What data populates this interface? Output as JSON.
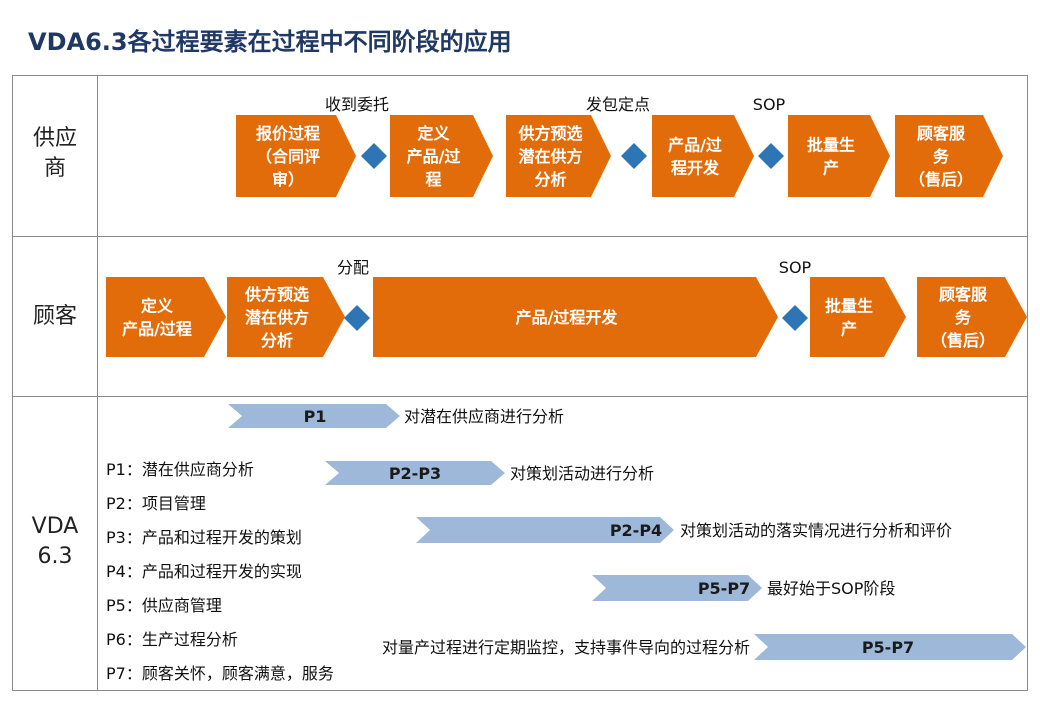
{
  "title": "VDA6.3各过程要素在过程中不同阶段的应用",
  "rows": {
    "supplier": "供应\n商",
    "customer": "顾客",
    "vda": "VDA\n6.3"
  },
  "supplier_steps": [
    {
      "lines": [
        "报价过程",
        "（合同评",
        "审）"
      ]
    },
    {
      "lines": [
        "定义",
        "产品/过",
        "程"
      ]
    },
    {
      "lines": [
        "供方预选",
        "潜在供方",
        "分析"
      ]
    },
    {
      "lines": [
        "产品/过",
        "程开发"
      ]
    },
    {
      "lines": [
        "批量生",
        "产"
      ]
    },
    {
      "lines": [
        "顾客服",
        "务",
        "（售后）"
      ]
    }
  ],
  "supplier_milestones": [
    "收到委托",
    "发包定点",
    "SOP"
  ],
  "customer_steps": [
    {
      "lines": [
        "定义",
        "产品/过程"
      ]
    },
    {
      "lines": [
        "供方预选",
        "潜在供方",
        "分析"
      ]
    },
    {
      "lines": [
        "产品/过程开发"
      ]
    },
    {
      "lines": [
        "批量生",
        "产"
      ]
    },
    {
      "lines": [
        "顾客服",
        "务",
        "（售后）"
      ]
    }
  ],
  "customer_milestones": [
    "分配",
    "SOP"
  ],
  "vda_bars": [
    {
      "label": "P1",
      "note": "对潜在供应商进行分析"
    },
    {
      "label": "P2-P3",
      "note": "对策划活动进行分析"
    },
    {
      "label": "P2-P4",
      "note": "对策划活动的落实情况进行分析和评价"
    },
    {
      "label": "P5-P7",
      "note": "最好始于SOP阶段"
    },
    {
      "label": "P5-P7",
      "note": "对量产过程进行定期监控，支持事件导向的过程分析"
    }
  ],
  "legend": [
    "P1：潜在供应商分析",
    "P2：项目管理",
    "P3：产品和过程开发的策划",
    "P4：产品和过程开发的实现",
    "P5：供应商管理",
    "P6：生产过程分析",
    "P7：顾客关怀，顾客满意，服务"
  ],
  "colors": {
    "chevron": "#e36c0a",
    "diamond": "#2e75b6",
    "bar": "#9db8d9",
    "title": "#1f3864"
  }
}
